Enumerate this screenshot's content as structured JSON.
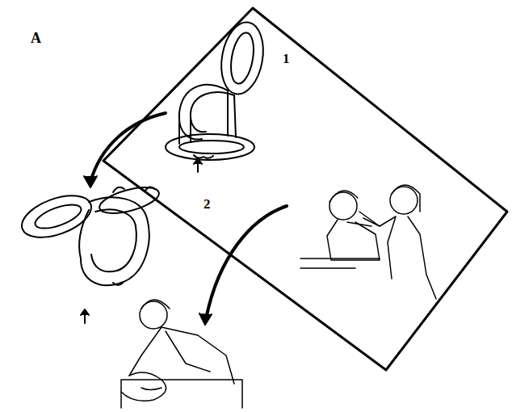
{
  "diagram": {
    "labels": [
      "A",
      "1",
      "2"
    ]
  }
}
